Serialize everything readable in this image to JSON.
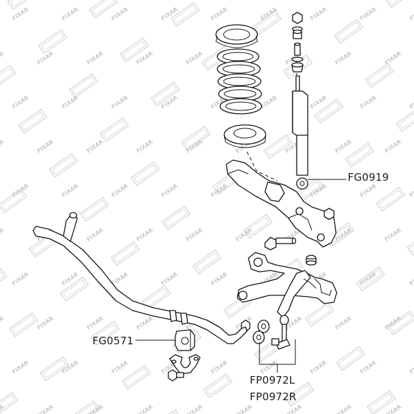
{
  "watermark": {
    "brand": "FIXAR"
  },
  "callouts": {
    "shock_absorber": "FG0919",
    "stabilizer_bushing": "FG0571",
    "stabilizer_link_left": "FP0972L",
    "stabilizer_link_right": "FP0972R"
  }
}
